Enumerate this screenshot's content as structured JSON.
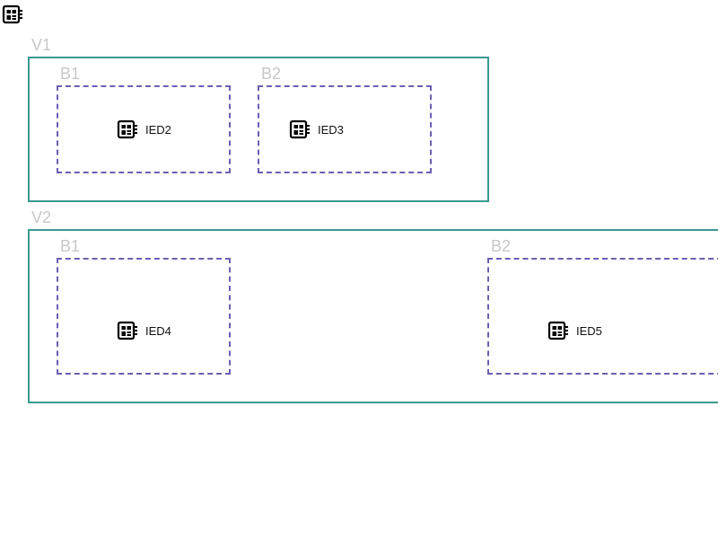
{
  "top_icon": "ied-icon",
  "voltages": [
    {
      "label": "V1",
      "bays": [
        {
          "label": "B1",
          "ied": {
            "label": "IED2",
            "icon": "ied-icon"
          }
        },
        {
          "label": "B2",
          "ied": {
            "label": "IED3",
            "icon": "ied-icon"
          }
        }
      ]
    },
    {
      "label": "V2",
      "bays": [
        {
          "label": "B1",
          "ied": {
            "label": "IED4",
            "icon": "ied-icon"
          }
        },
        {
          "label": "B2",
          "ied": {
            "label": "IED5",
            "icon": "ied-icon"
          }
        }
      ]
    }
  ],
  "colors": {
    "voltage_border": "#3a9a90",
    "bay_border": "#6c5fb0",
    "label": "#c8c8c8"
  }
}
